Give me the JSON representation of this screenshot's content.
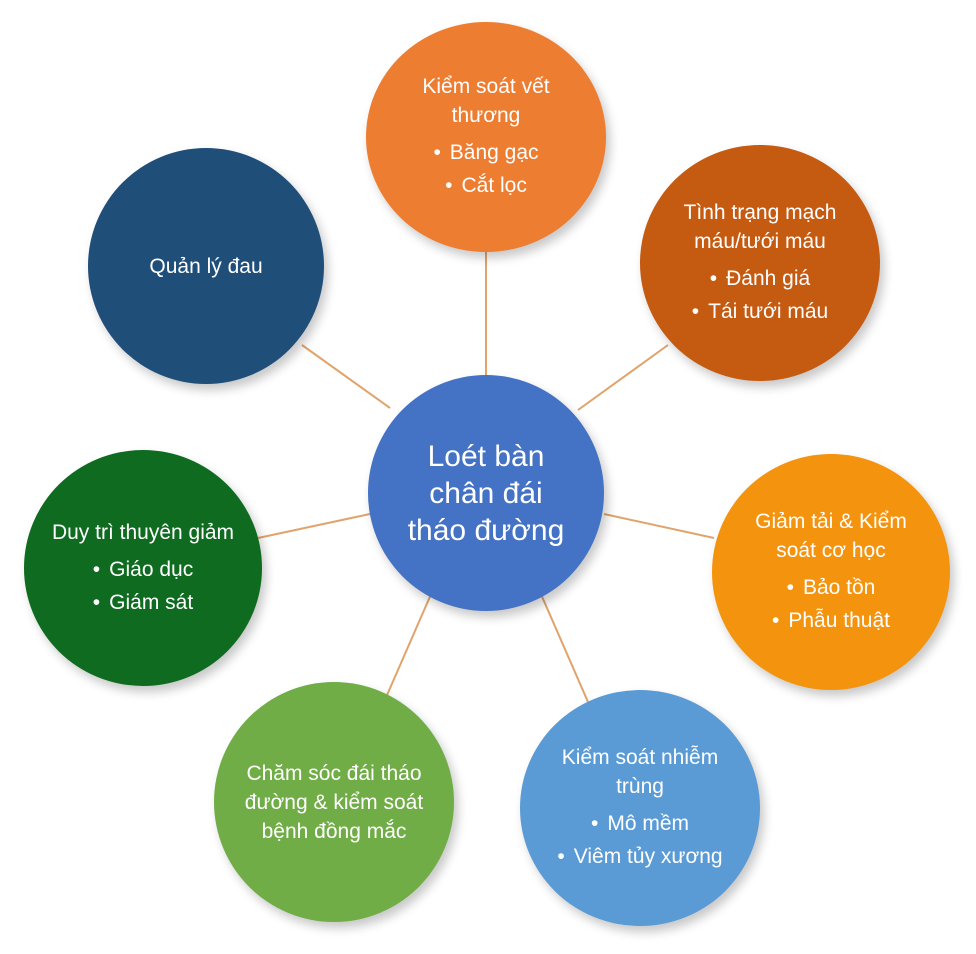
{
  "center": {
    "label": "Loét bàn chân đái tháo đường",
    "color": "#4472C4"
  },
  "nodes": {
    "wound": {
      "title": "Kiểm soát vết thương",
      "items": [
        "Băng gạc",
        "Cắt lọc"
      ],
      "color": "#ED7D31"
    },
    "vascular": {
      "title": "Tình trạng mạch máu/tưới máu",
      "items": [
        "Đánh giá",
        "Tái tưới máu"
      ],
      "color": "#C55A11"
    },
    "offloading": {
      "title": "Giảm tải & Kiểm soát cơ học",
      "items": [
        "Bảo tồn",
        "Phẫu thuật"
      ],
      "color": "#F4930E"
    },
    "infection": {
      "title": "Kiểm soát nhiễm trùng",
      "items": [
        "Mô mềm",
        "Viêm tủy xương"
      ],
      "color": "#5B9BD5"
    },
    "diabetes": {
      "title": "Chăm sóc đái tháo đường & kiểm soát bệnh đồng mắc",
      "items": [],
      "color": "#70AD47"
    },
    "remission": {
      "title": "Duy trì thuyên giảm",
      "items": [
        "Giáo dục",
        "Giám sát"
      ],
      "color": "#0E6B1F"
    },
    "pain": {
      "title": "Quản lý đau",
      "items": [],
      "color": "#1F4E79"
    }
  },
  "connector_color": "#E0A36B"
}
